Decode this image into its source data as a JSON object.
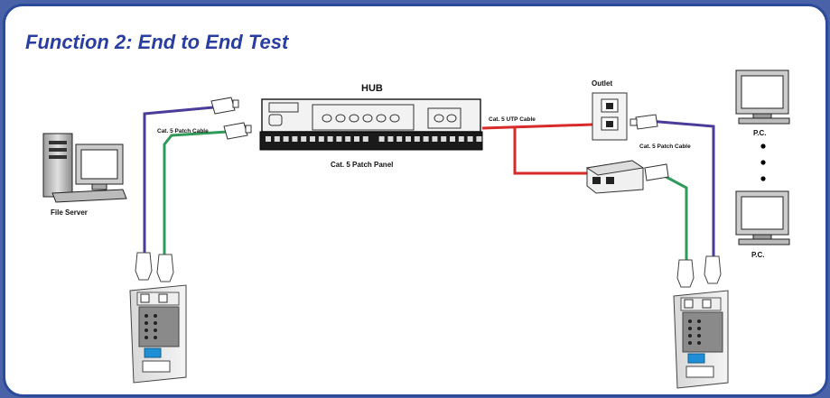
{
  "title": "Function 2: End to End Test",
  "labels": {
    "hub": "HUB",
    "patch_panel": "Cat. 5 Patch Panel",
    "patch_cable_left": "Cat. 5 Patch Cable",
    "patch_cable_right": "Cat. 5 Patch Cable",
    "utp_cable": "Cat. 5 UTP Cable",
    "outlet": "Outlet",
    "file_server": "File Server",
    "pc_top": "P.C.",
    "pc_bottom": "P.C."
  },
  "colors": {
    "background": "#4a63a8",
    "frame_border": "#2c4a9a",
    "title": "#2a3ea0",
    "cable_blue": "#4a3d9a",
    "cable_green": "#2f9a5a",
    "cable_red": "#d92a2a",
    "tester_button": "#1e8fd6"
  }
}
